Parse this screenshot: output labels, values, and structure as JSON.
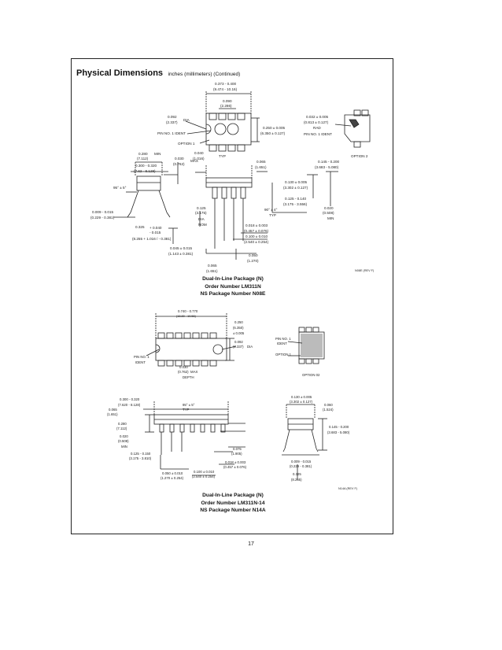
{
  "header": {
    "title": "Physical Dimensions",
    "subtitle": "inches (millimeters) (Continued)"
  },
  "figures": [
    {
      "caption_lines": [
        "Dual-In-Line Package (N)",
        "Order Number LM311N",
        "NS Package Number N08E"
      ],
      "labels": {
        "top_len": "0.373 - 0.400",
        "top_len_mm": "(9.474 - 10.16)",
        "pitch": "0.090",
        "pitch_mm": "(2.286)",
        "notch": "0.092",
        "notch_mm": "(2.337)",
        "dia": "DIA",
        "pin1_ident": "PIN NO. 1 IDENT",
        "option1": "OPTION 1",
        "width": "0.250 ± 0.005",
        "width_mm": "(6.350 ± 0.127)",
        "pin1_ident_2": "PIN NO. 1 IDENT",
        "option2": "OPTION 2",
        "opt2_dim": "0.032 ± 0.005",
        "opt2_dim_mm": "(0.813 ± 0.127)",
        "rad": "RAD",
        "end_dim": "0.040",
        "end_dim_mm": "(1.016)",
        "typ": "TYP",
        "shoulder": "0.065",
        "shoulder_mm": "(1.651)",
        "right_dim": "0.145 - 0.200",
        "right_dim_mm": "(3.683 - 5.080)",
        "side_w": "0.280",
        "side_w_mm": "(7.112)",
        "side_min": "MIN",
        "side_span": "0.300 - 0.320",
        "side_span_mm": "(7.62 - 8.128)",
        "angle_95": "95° ± 5°",
        "max_dim": "0.030",
        "max_dim_mm": "(0.762)",
        "max": "MAX",
        "ang_90": "90° ± 4°",
        "ang_90_typ": "TYP",
        "lead_t": "0.009 - 0.015",
        "lead_t_mm": "(0.229 - 0.381)",
        "seat_h": "0.325",
        "seat_h_mm": "(8.255)",
        "seat_tol": "+ 0.040",
        "seat_tol2": "- 0.015",
        "seat_tol_mm": "(8.255 + 1.016 / - 0.381)",
        "h125": "0.125",
        "h125_mm": "(3.175)",
        "dia_min": "DIA",
        "nom": "NOM",
        "d130": "0.130 ± 0.005",
        "d130_mm": "(3.302 ± 0.127)",
        "d125": "0.125 - 0.140",
        "d125_mm": "(3.175 - 3.556)",
        "ang_min": "0.065",
        "ang_min_mm": "(1.651)",
        "lead_typ": "TYP",
        "d018": "0.018 ± 0.003",
        "d018_mm": "(0.457 ± 0.076)",
        "d100": "0.100 ± 0.010",
        "d100_mm": "(2.540 ± 0.254)",
        "d045": "0.045 ± 0.015",
        "d045_mm": "(1.143 ± 0.381)",
        "d050": "0.050",
        "d050_mm": "(1.270)",
        "d020": "0.020",
        "d020_mm": "(0.508)",
        "min": "MIN",
        "rev": "N08E (REV F)"
      }
    },
    {
      "caption_lines": [
        "Dual-In-Line Package (N)",
        "Order Number LM311N-14",
        "NS Package Number N14A"
      ],
      "labels": {
        "top_len": "0.740 - 0.770",
        "top_len_mm": "(18.80 - 19.56)",
        "end_w": "0.250",
        "end_w_mm": "(6.350)",
        "end_tol": "± 0.005",
        "pin1": "PIN NO. 1",
        "ident": "IDENT",
        "d092": "0.092",
        "d092_mm": "(2.337)",
        "dia": "DIA",
        "d030": "0.030",
        "d030_mm": "(0.762)",
        "max": "MAX",
        "depth": "DEPTH",
        "pin1_ident2": "PIN NO. 1",
        "ident2": "IDENT",
        "option1": "OPTION 1",
        "option2": "OPTION 02",
        "d300": "0.300 - 0.320",
        "d300_mm": "(7.620 - 8.128)",
        "d065": "0.065",
        "d065_mm": "(1.651)",
        "d280": "0.280",
        "d280_mm": "(7.112)",
        "d130": "0.130 ± 0.005",
        "d130_mm": "(3.302 ± 0.127)",
        "d145": "0.145 - 0.200",
        "d145_mm": "(3.683 - 5.080)",
        "ang": "95° ± 5°",
        "typ": "TYP",
        "d009": "0.009 - 0.015",
        "d009_mm": "(0.229 - 0.381)",
        "d325": "0.325",
        "d325_mm": "(8.255)",
        "d020": "0.020",
        "d020_mm": "(0.508)",
        "min": "MIN",
        "d125": "0.125 - 0.150",
        "d125_mm": "(3.175 - 3.810)",
        "d075": "0.075",
        "d075_mm": "(1.905)",
        "d100": "0.100 ± 0.010",
        "d100_mm": "(2.540 ± 0.254)",
        "d050": "0.050 ± 0.010",
        "d050_mm": "(1.270 ± 0.254)",
        "d060": "0.060",
        "d060_mm": "(1.524)",
        "d018": "0.018 ± 0.003",
        "d018_mm": "(0.457 ± 0.076)",
        "rev": "N14A (REV F)"
      }
    }
  ],
  "footer": {
    "page_number": "17"
  }
}
